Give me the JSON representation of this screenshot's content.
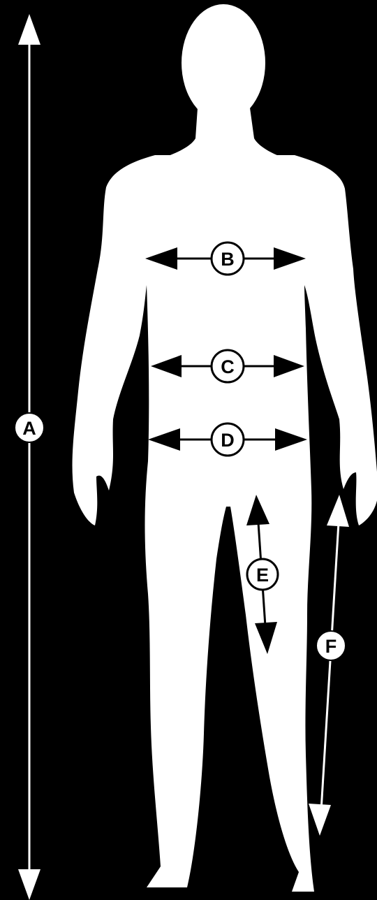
{
  "colors": {
    "background": "#000000",
    "silhouette": "#ffffff",
    "arrow_on_silhouette": "#000000",
    "arrow_on_background": "#ffffff"
  },
  "measurements": [
    {
      "id": "A",
      "label": "A"
    },
    {
      "id": "B",
      "label": "B"
    },
    {
      "id": "C",
      "label": "C"
    },
    {
      "id": "D",
      "label": "D"
    },
    {
      "id": "E",
      "label": "E"
    },
    {
      "id": "F",
      "label": "F"
    }
  ]
}
